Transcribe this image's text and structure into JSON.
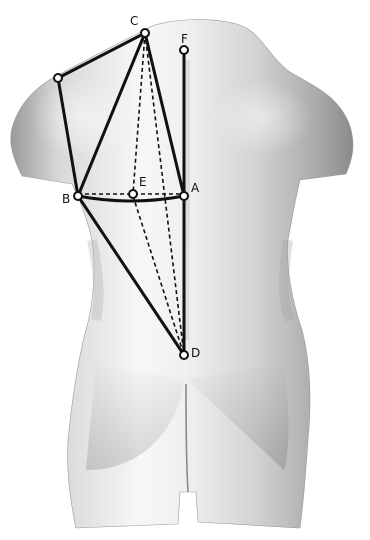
{
  "labels": {
    "A": "A",
    "B": "B",
    "C": "C",
    "D": "D",
    "E": "E",
    "F": "F"
  },
  "colors": {
    "line": "#111111",
    "point_fill": "#ffffff",
    "body_light": "#f6f6f6",
    "body_mid": "#cfcfcf",
    "body_dark": "#8f8f8f"
  }
}
